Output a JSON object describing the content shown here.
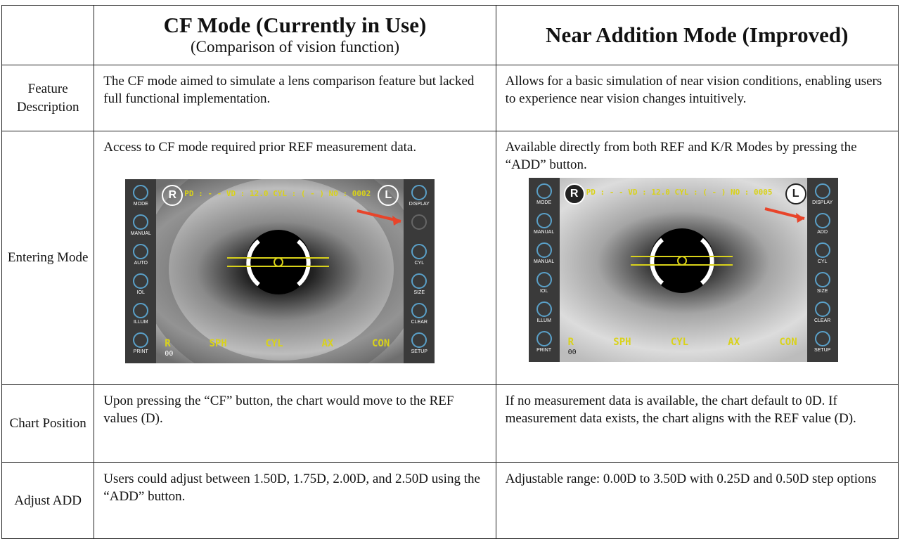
{
  "header": {
    "col1_title": "CF Mode (Currently in Use)",
    "col1_subtitle": "(Comparison  of vision function)",
    "col2_title": "Near Addition Mode (Improved)"
  },
  "rows": [
    {
      "label": "Feature Description",
      "cf": "The CF mode aimed to simulate a lens comparison feature but lacked full functional implementation.",
      "add": "Allows for a basic simulation of near vision conditions, enabling users to experience near vision changes intuitively."
    },
    {
      "label": "Entering Mode",
      "cf": "Access to CF mode required prior REF  measurement data.",
      "add": "Available directly from both REF and K/R Modes by pressing the “ADD” button."
    },
    {
      "label": "Chart Position",
      "cf": "Upon pressing the “CF” button, the chart would move to the REF values (D).",
      "add": "If no measurement data is available, the chart default to 0D. If measurement data exists, the chart aligns with the REF value (D)."
    },
    {
      "label": "Adjust ADD",
      "cf": "Users could adjust between 1.50D, 1.75D, 2.00D, and 2.50D using the “ADD”  button.",
      "add": "Adjustable range: 0.00D to 3.50D with 0.25D and 0.50D step options"
    }
  ],
  "screens": {
    "cf": {
      "top_left_eye": "R",
      "top_right_eye": "L",
      "status": "PD : - -  VD : 12.0  CYL : ( - )  NO : 0002",
      "left_buttons": [
        "MODE",
        "MANUAL",
        "AUTO",
        "IOL",
        "ILLUM",
        "PRINT"
      ],
      "right_buttons": [
        "DISPLAY",
        "",
        "CYL",
        "SIZE",
        "CLEAR",
        "SETUP"
      ],
      "bottom_labels": [
        "R",
        "SPH",
        "CYL",
        "AX",
        "CON"
      ],
      "bottom_sub": "00"
    },
    "add": {
      "top_left_eye": "R",
      "top_right_eye": "L",
      "status": "PD : - -  VD : 12.0  CYL : ( - )  NO : 0005",
      "left_buttons": [
        "MODE",
        "MANUAL",
        "MANUAL",
        "IOL",
        "ILLUM",
        "PRINT"
      ],
      "right_buttons": [
        "DISPLAY",
        "ADD",
        "CYL",
        "SIZE",
        "CLEAR",
        "SETUP"
      ],
      "bottom_labels": [
        "R",
        "SPH",
        "CYL",
        "AX",
        "CON"
      ],
      "bottom_sub": "00"
    }
  },
  "colors": {
    "hud_yellow": "#d9d21a",
    "arrow_red": "#e8442a",
    "panel_dark": "#333333"
  }
}
